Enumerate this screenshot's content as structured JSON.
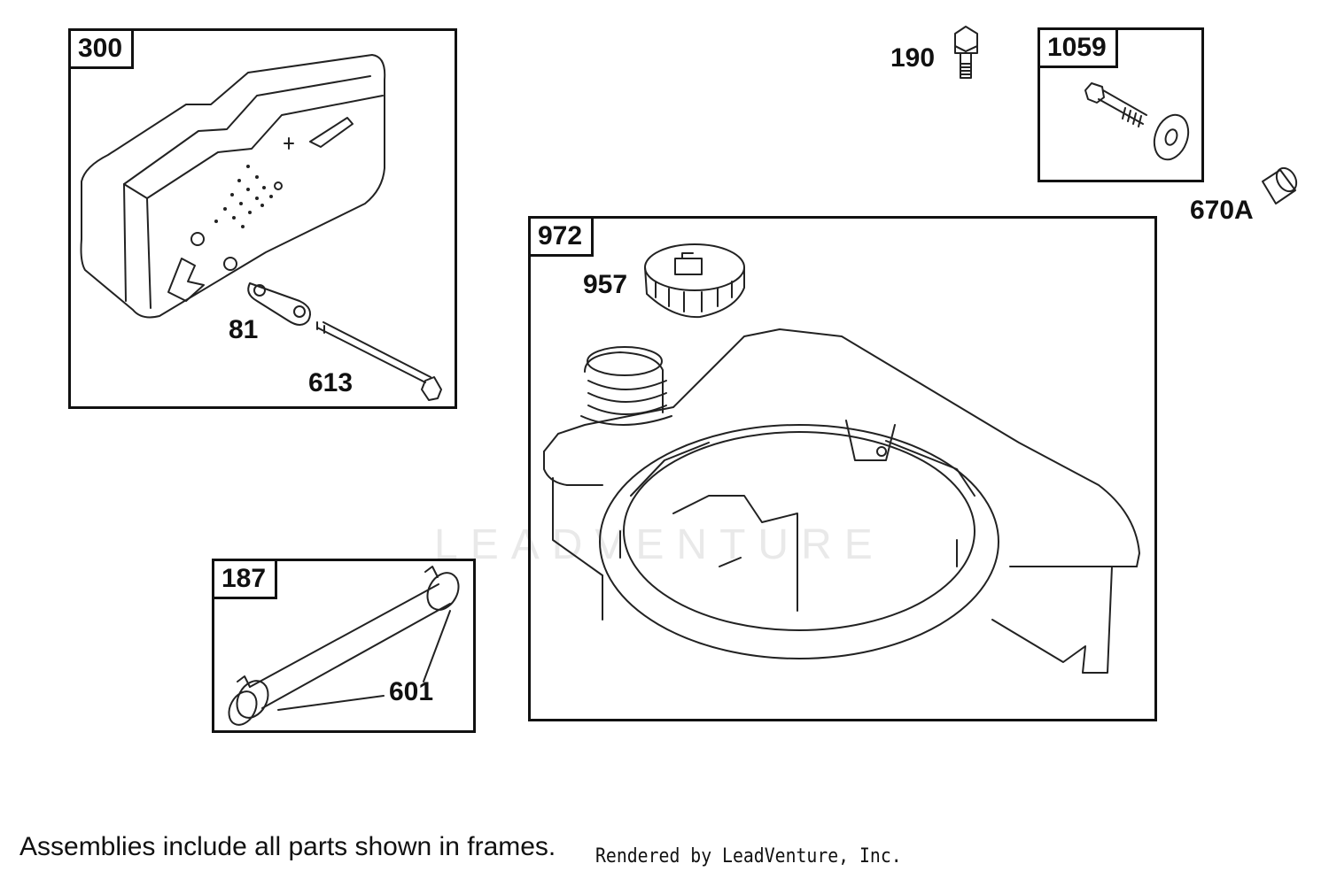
{
  "frames": {
    "muffler": "300",
    "fuel_tank": "972",
    "fuel_line": "187",
    "screw_kit": "1059"
  },
  "callouts": {
    "gasket": "81",
    "stud": "613",
    "screw": "190",
    "spacer": "670A",
    "fuel_cap": "957",
    "clamp": "601"
  },
  "watermark": "LEADVENTURE",
  "footer": {
    "note": "Assemblies include all parts shown in frames.",
    "credit": "Rendered by LeadVenture, Inc."
  }
}
